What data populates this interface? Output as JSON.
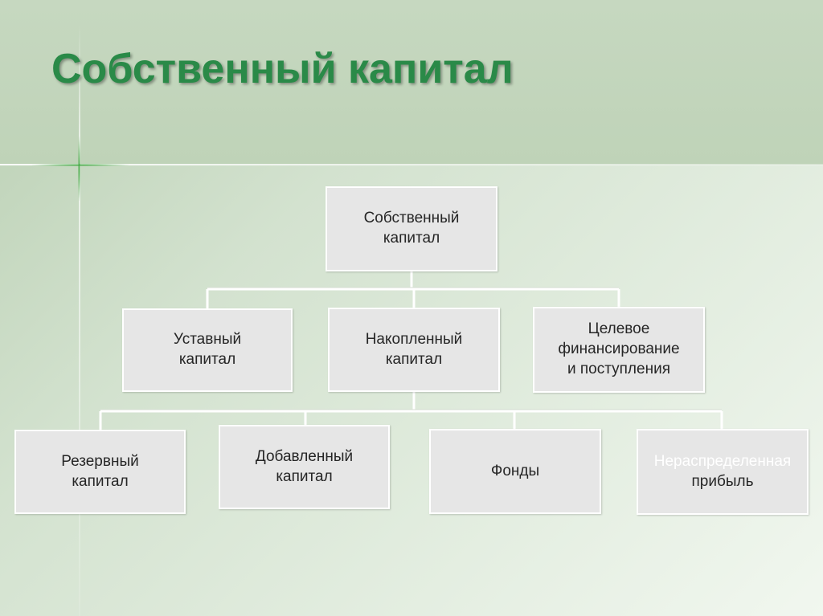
{
  "slide": {
    "title": "Собственный капитал"
  },
  "diagram": {
    "root": {
      "label": "Собственный\nкапитал"
    },
    "level1": [
      {
        "label": "Уставный\nкапитал"
      },
      {
        "label": "Накопленный\nкапитал"
      },
      {
        "label": "Целевое\nфинансирование\nи поступления"
      }
    ],
    "level2": [
      {
        "label": "Резервный\nкапитал"
      },
      {
        "label": "Добавленный\nкапитал"
      },
      {
        "label": "Фонды"
      },
      {
        "label_line1": "Нераспределенная",
        "label_line2": "прибыль"
      }
    ]
  }
}
